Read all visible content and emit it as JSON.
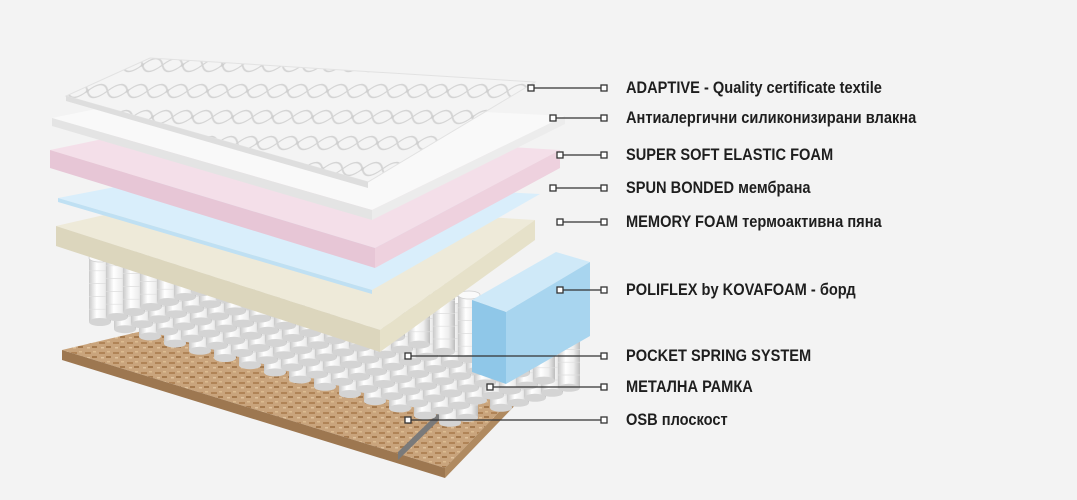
{
  "diagram": {
    "label_color": "#1e1e1e",
    "leader_color": "#333333",
    "layers": [
      {
        "id": "adaptive-textile",
        "label": "ADAPTIVE - Quality certificate textile"
      },
      {
        "id": "silicone-fibers",
        "label": "Антиалергични силиконизирани влакна"
      },
      {
        "id": "super-soft-foam",
        "label": "SUPER SOFT ELASTIC FOAM",
        "color": "#f2dbe6"
      },
      {
        "id": "spun-bonded",
        "label": "SPUN BONDED мембрана",
        "color": "#d6ecfa"
      },
      {
        "id": "memory-foam",
        "label": "MEMORY FOAM термоактивна пяна",
        "color": "#ece8d6"
      },
      {
        "id": "poliflex",
        "label": "POLIFLEX by KOVAFOAM - борд",
        "color": "#a8d5ef"
      },
      {
        "id": "pocket-springs",
        "label": "POCKET SPRING SYSTEM"
      },
      {
        "id": "metal-frame",
        "label": "МЕТАЛНА РАМКА"
      },
      {
        "id": "osb-board",
        "label": "OSB плоскост",
        "color": "#c9a47c"
      }
    ]
  }
}
